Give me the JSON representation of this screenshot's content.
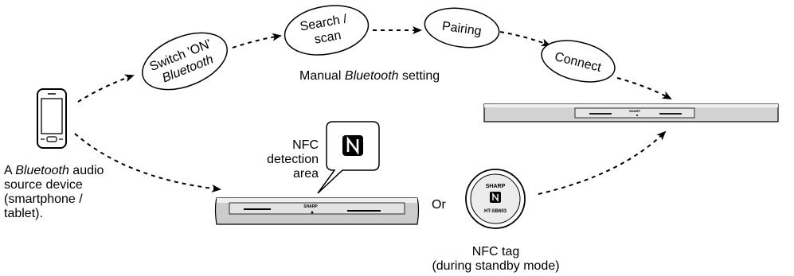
{
  "steps": {
    "switch_on": [
      "Switch 'ON'",
      "Bluetooth"
    ],
    "search_scan": [
      "Search /",
      "scan"
    ],
    "pairing": "Pairing",
    "connect": "Connect"
  },
  "manual_setting": {
    "prefix": "Manual ",
    "emphasis": "Bluetooth",
    "suffix": " setting"
  },
  "source_device": {
    "line1_prefix": "A ",
    "line1_emphasis": "Bluetooth",
    "line1_suffix": " audio",
    "line2": "source device",
    "line3": "(smartphone /",
    "line4": "tablet)."
  },
  "nfc_detection": [
    "NFC",
    "detection area"
  ],
  "or_label": "Or",
  "nfc_tag": {
    "line1": "NFC tag",
    "line2": "(during standby mode)"
  },
  "tag_brand": "SHARP",
  "tag_model": "HT-SB603",
  "soundbar_brand": "SHARP"
}
